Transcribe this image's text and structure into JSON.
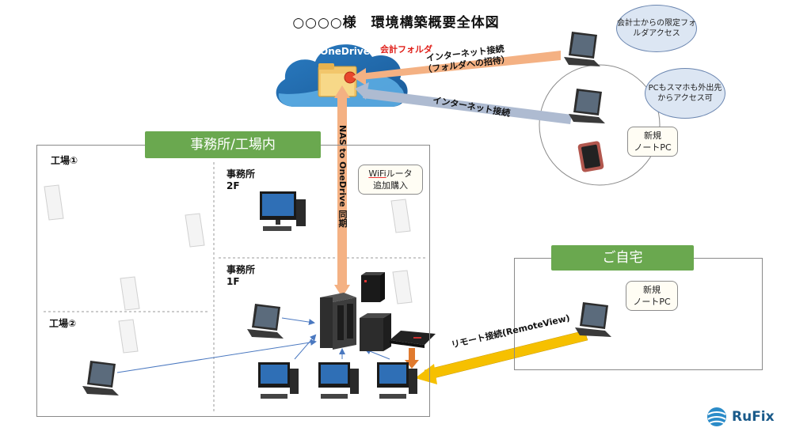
{
  "title": "○○○○様　環境構築概要全体図",
  "cloud": {
    "name": "OneDrive",
    "folder_label": "会計フォルダ"
  },
  "links": {
    "internet_invite_line1": "インターネット接続",
    "internet_invite_line2": "（フォルダへの招待）",
    "internet_plain": "インターネット接続",
    "nas_sync": "NAS to OneDrive 同期",
    "remote": "リモート接続(RemoteView)"
  },
  "bubbles": {
    "accountant": "会計士からの限定フォルダアクセス",
    "mobile": "PCもスマホも外出先からアクセス可"
  },
  "callouts": {
    "new_pc_mobile": [
      "新規",
      "ノートPC"
    ],
    "new_pc_home": [
      "新規",
      "ノートPC"
    ],
    "wifi_line1_a": "WiFi",
    "wifi_line1_b": "ルータ",
    "wifi_line2": "追加購入"
  },
  "areas": {
    "office_factory": "事務所/工場内",
    "factory1": "工場①",
    "factory2": "工場②",
    "office2f_l1": "事務所",
    "office2f_l2": "2F",
    "office1f_l1": "事務所",
    "office1f_l2": "1F",
    "home": "ご自宅"
  },
  "logo": "RuFix",
  "colors": {
    "green": "#6aa84f",
    "arrow_orange": "#f4b183",
    "arrow_gray": "#aebbd1",
    "arrow_remote": "#f6c000",
    "cloud_dark": "#1f6fb4",
    "cloud_light": "#55a4dd",
    "line_blue": "#4a78c0"
  }
}
